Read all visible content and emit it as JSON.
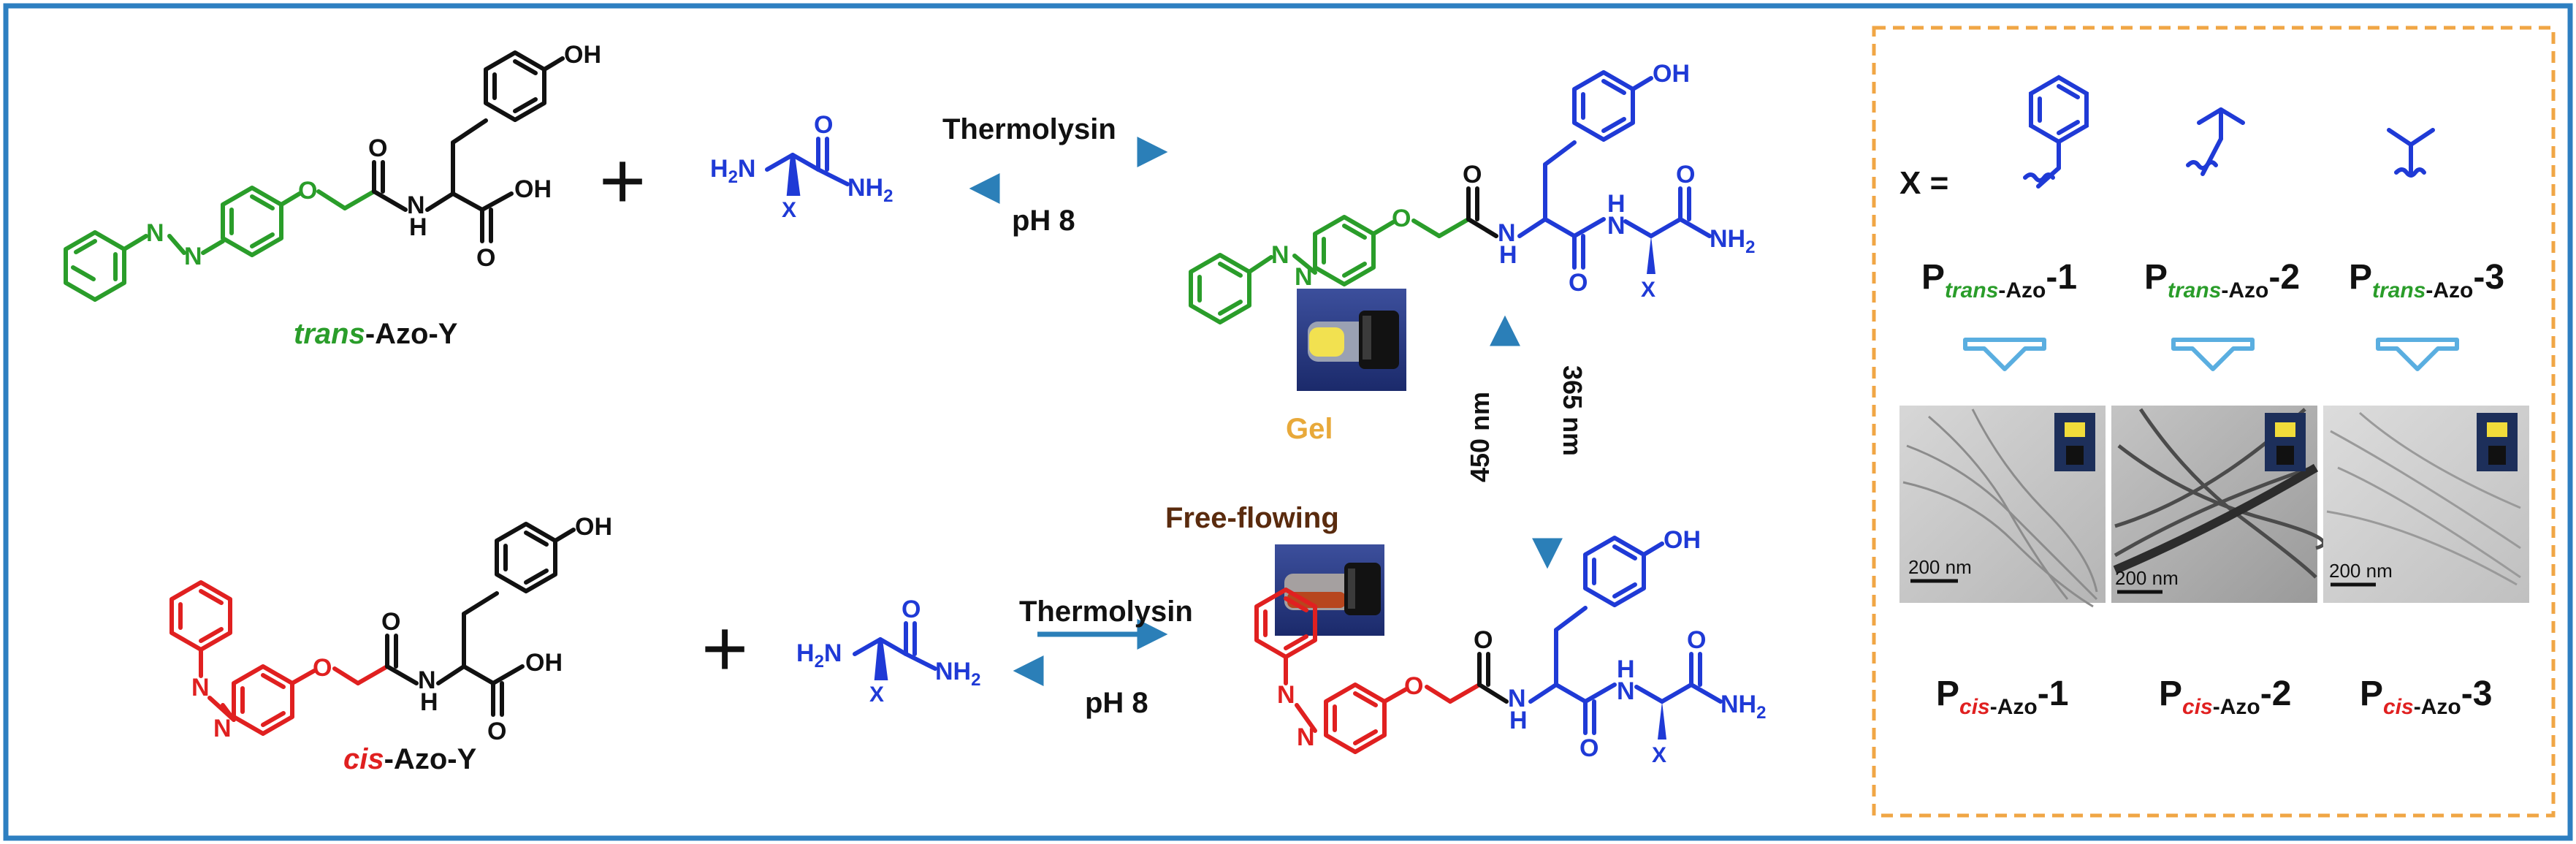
{
  "colors": {
    "frame": "#2d7fc1",
    "green": "#2a9d2a",
    "blue": "#1f3ad6",
    "red": "#e02020",
    "black": "#111111",
    "arrow": "#2b7fb8",
    "gel_label": "#e8a93a",
    "flow_label": "#5a2b0e",
    "dashed_box": "#f0a645",
    "block_arrow": "#5aaee0"
  },
  "atoms": {
    "oh": "OH",
    "o": "O",
    "h": "H",
    "n": "N",
    "oh_acid": "OH",
    "h2n": "H",
    "h2n_n": "N",
    "nh2": "NH",
    "x": "X",
    "sub2": "2"
  },
  "labels": {
    "plus": "+",
    "thermolysin": "Thermolysin",
    "ph": "pH 8",
    "trans_prefix": "trans",
    "cis_prefix": "cis",
    "azo_y_suffix": "-Azo-Y",
    "gel": "Gel",
    "free_flowing": "Free-flowing",
    "nm365": "365 nm",
    "nm450": "450 nm"
  },
  "panel": {
    "x_equals": "X =",
    "p_letter": "P",
    "trans_sub": "trans",
    "cis_sub": "cis",
    "azo_sub": "-Azo",
    "suffixes": [
      "-1",
      "-2",
      "-3"
    ],
    "scale_bar": "200 nm"
  }
}
